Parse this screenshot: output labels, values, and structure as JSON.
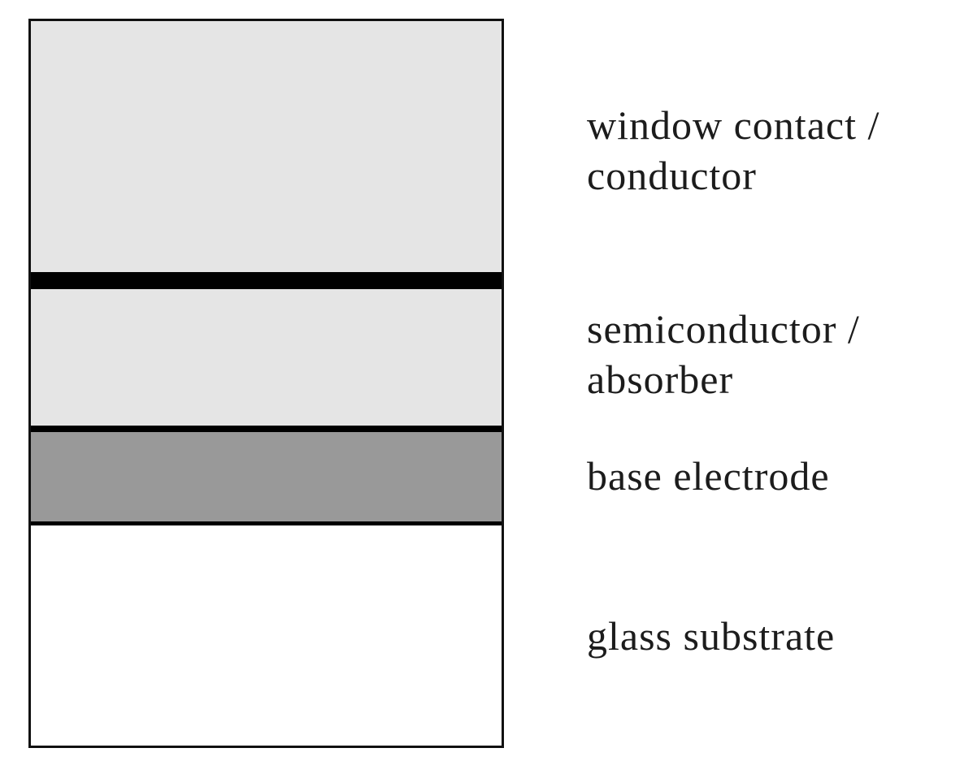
{
  "diagram": {
    "title_implicit": "thin-film layer stack",
    "colors": {
      "background": "#ffffff",
      "outline": "#111111",
      "separator": "#000000",
      "window_contact_fill": "#e5e5e5",
      "absorber_fill": "#e5e5e5",
      "base_electrode_fill": "#999999",
      "glass_substrate_fill": "#ffffff",
      "label_text": "#1c1c1c"
    },
    "layers": [
      {
        "id": "window-contact",
        "label": "window contact /\nconductor",
        "fill": "#e5e5e5"
      },
      {
        "id": "absorber",
        "label": "semiconductor /\nabsorber",
        "fill": "#e5e5e5"
      },
      {
        "id": "base-electrode",
        "label": "base electrode",
        "fill": "#999999"
      },
      {
        "id": "glass-substrate",
        "label": "glass substrate",
        "fill": "#ffffff"
      }
    ]
  }
}
